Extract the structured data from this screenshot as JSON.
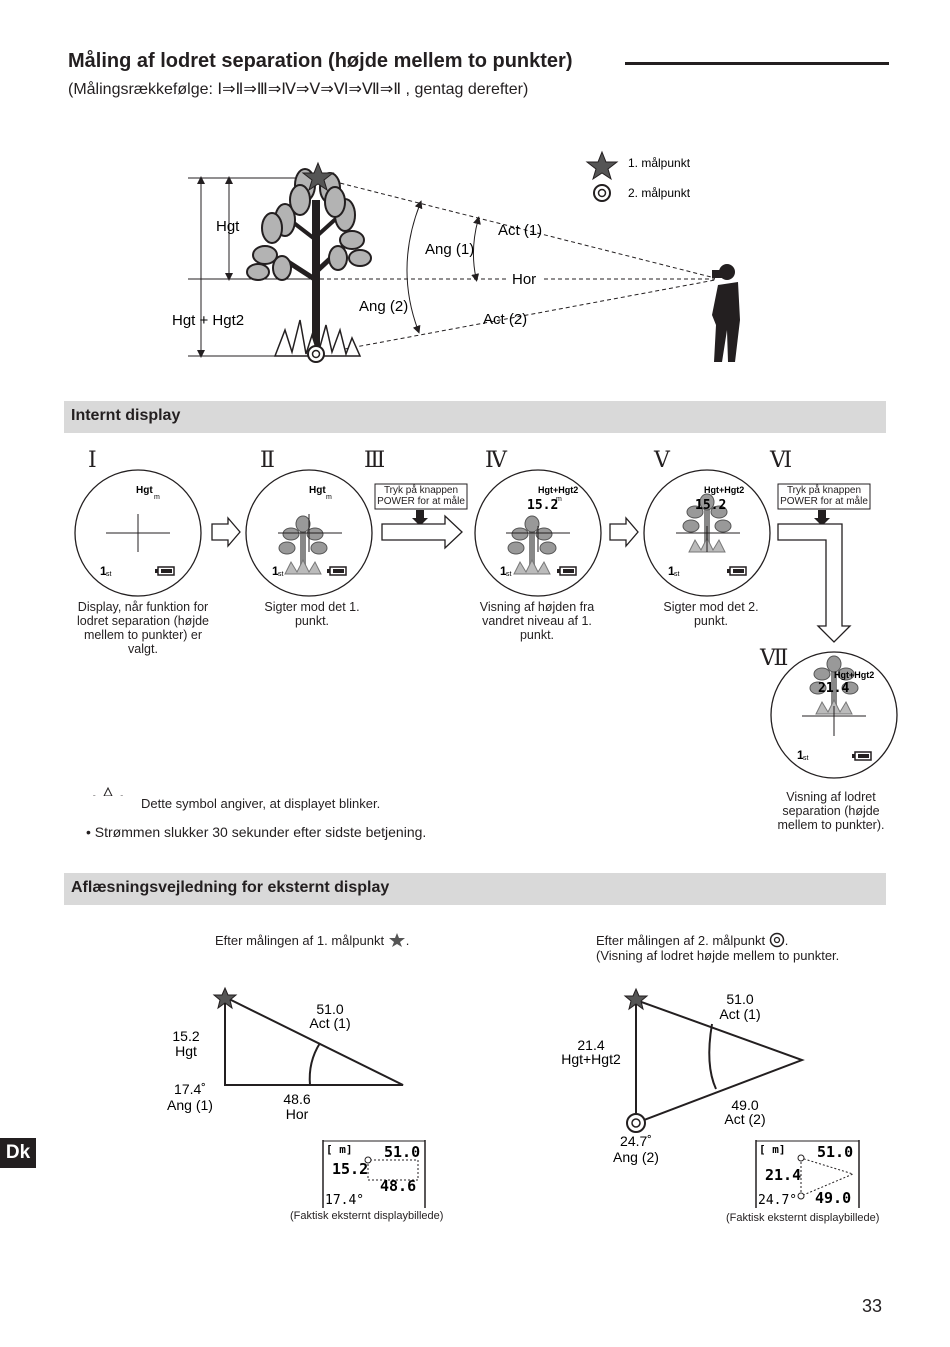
{
  "title": "Måling af lodret separation (højde mellem to punkter)",
  "subtitle": "(Målingsrækkefølge: Ⅰ⇒Ⅱ⇒Ⅲ⇒Ⅳ⇒Ⅴ⇒Ⅵ⇒Ⅶ⇒Ⅱ , gentag derefter)",
  "diagram": {
    "legend": {
      "target1": "1. målpunkt",
      "target2": "2. målpunkt"
    },
    "labels": {
      "hgt": "Hgt",
      "hgt_hgt2": "Hgt + Hgt2",
      "ang1": "Ang (1)",
      "ang2": "Ang (2)",
      "act1": "Act (1)",
      "act2": "Act (2)",
      "hor": "Hor"
    }
  },
  "internal": {
    "heading": "Internt display",
    "step_labels": [
      "Ⅰ",
      "Ⅱ",
      "Ⅲ",
      "Ⅳ",
      "Ⅴ",
      "Ⅵ",
      "Ⅶ"
    ],
    "power_note": "Tryk på knappen POWER for at måle",
    "captions": {
      "s1": "Display, når funktion for lodret separation (højde mellem to punkter) er valgt.",
      "s2": "Sigter mod det 1. punkt.",
      "s4": "Visning af højden fra vandret niveau af 1. punkt.",
      "s5": "Sigter mod det 2. punkt.",
      "s7": "Visning af lodret separation (højde mellem to punkter)."
    },
    "display_text": {
      "hgt": "Hgt",
      "hgt_plus": "Hgt+Hgt2",
      "unit": "m",
      "first": "1",
      "first_sup": "st",
      "value1": "15.2",
      "value2": "21.4"
    },
    "blink_note": "Dette symbol angiver, at displayet blinker.",
    "power_off_note": "Strømmen slukker 30 sekunder efter sidste betjening."
  },
  "external": {
    "heading": "Aflæsningsvejledning for eksternt display",
    "left": {
      "intro": "Efter målingen af 1. målpunkt",
      "act_value": "51.0",
      "act_label": "Act (1)",
      "hgt_value": "15.2",
      "hgt_label": "Hgt",
      "ang_value": "17.4˚",
      "ang_label": "Ang (1)",
      "hor_value": "48.6",
      "hor_label": "Hor",
      "lcd": {
        "unit": "[ m]",
        "top": "51.0",
        "mid_left": "15.2",
        "mid_right": "48.6",
        "bottom": "17.4°"
      },
      "caption": "(Faktisk eksternt displaybillede)"
    },
    "right": {
      "intro": "Efter målingen af 2. målpunkt",
      "intro2": "(Visning af lodret højde mellem to punkter.",
      "act1_value": "51.0",
      "act1_label": "Act (1)",
      "hgt_value": "21.4",
      "hgt_label": "Hgt+Hgt2",
      "act2_value": "49.0",
      "act2_label": "Act (2)",
      "ang_value": "24.7˚",
      "ang_label": "Ang (2)",
      "lcd": {
        "unit": "[ m]",
        "top": "51.0",
        "mid_left": "21.4",
        "bottom_left": "24.7°",
        "bottom_right": "49.0"
      },
      "caption": "(Faktisk eksternt displaybillede)"
    }
  },
  "side_tab": "Dk",
  "page_number": "33"
}
